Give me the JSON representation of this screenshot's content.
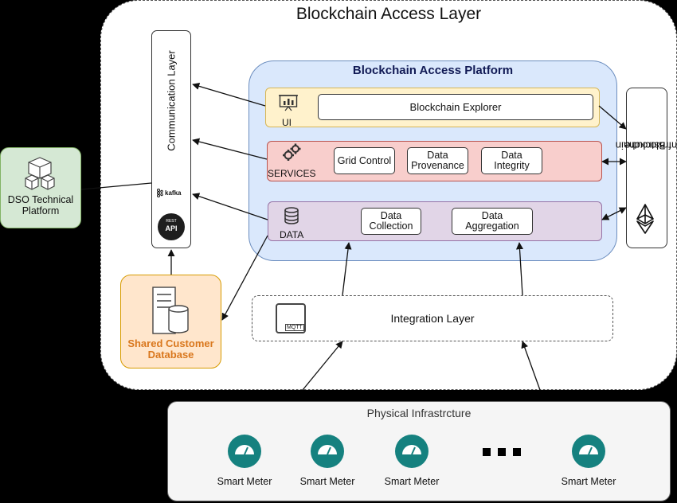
{
  "title": "Blockchain Access Layer",
  "communication_layer": {
    "label": "Communication Layer",
    "kafka_label": "kafka",
    "api_small": "REST",
    "api_big": "API"
  },
  "dso": {
    "label": "DSO Technical Platform"
  },
  "platform": {
    "title": "Blockchain Access Platform",
    "ui": {
      "label": "UI",
      "box": "Blockchain Explorer"
    },
    "services": {
      "label": "SERVICES",
      "boxes": [
        "Grid Control",
        "Data Provenance",
        "Data Integrity"
      ]
    },
    "data": {
      "label": "DATA",
      "boxes": [
        "Data Collection",
        "Data Aggregation"
      ]
    }
  },
  "blockchain_infra": {
    "label_line1": "Blockchain",
    "label_line2": "Infrastrcutre"
  },
  "database": {
    "label": "Shared Customer Database"
  },
  "integration": {
    "label": "Integration Layer",
    "icon_text": "MQTT"
  },
  "physical": {
    "title": "Physical Infrastrcture",
    "meters": [
      "Smart Meter",
      "Smart Meter",
      "Smart Meter",
      "Smart Meter"
    ]
  },
  "colors": {
    "platform_fill": "#dae8fc",
    "ui_fill": "#fff2cc",
    "services_fill": "#f8cecc",
    "data_fill": "#e1d5e7",
    "dso_fill": "#d5e8d4",
    "db_fill": "#ffe6cc",
    "db_text": "#d9771d",
    "meter_teal": "#15817f"
  }
}
